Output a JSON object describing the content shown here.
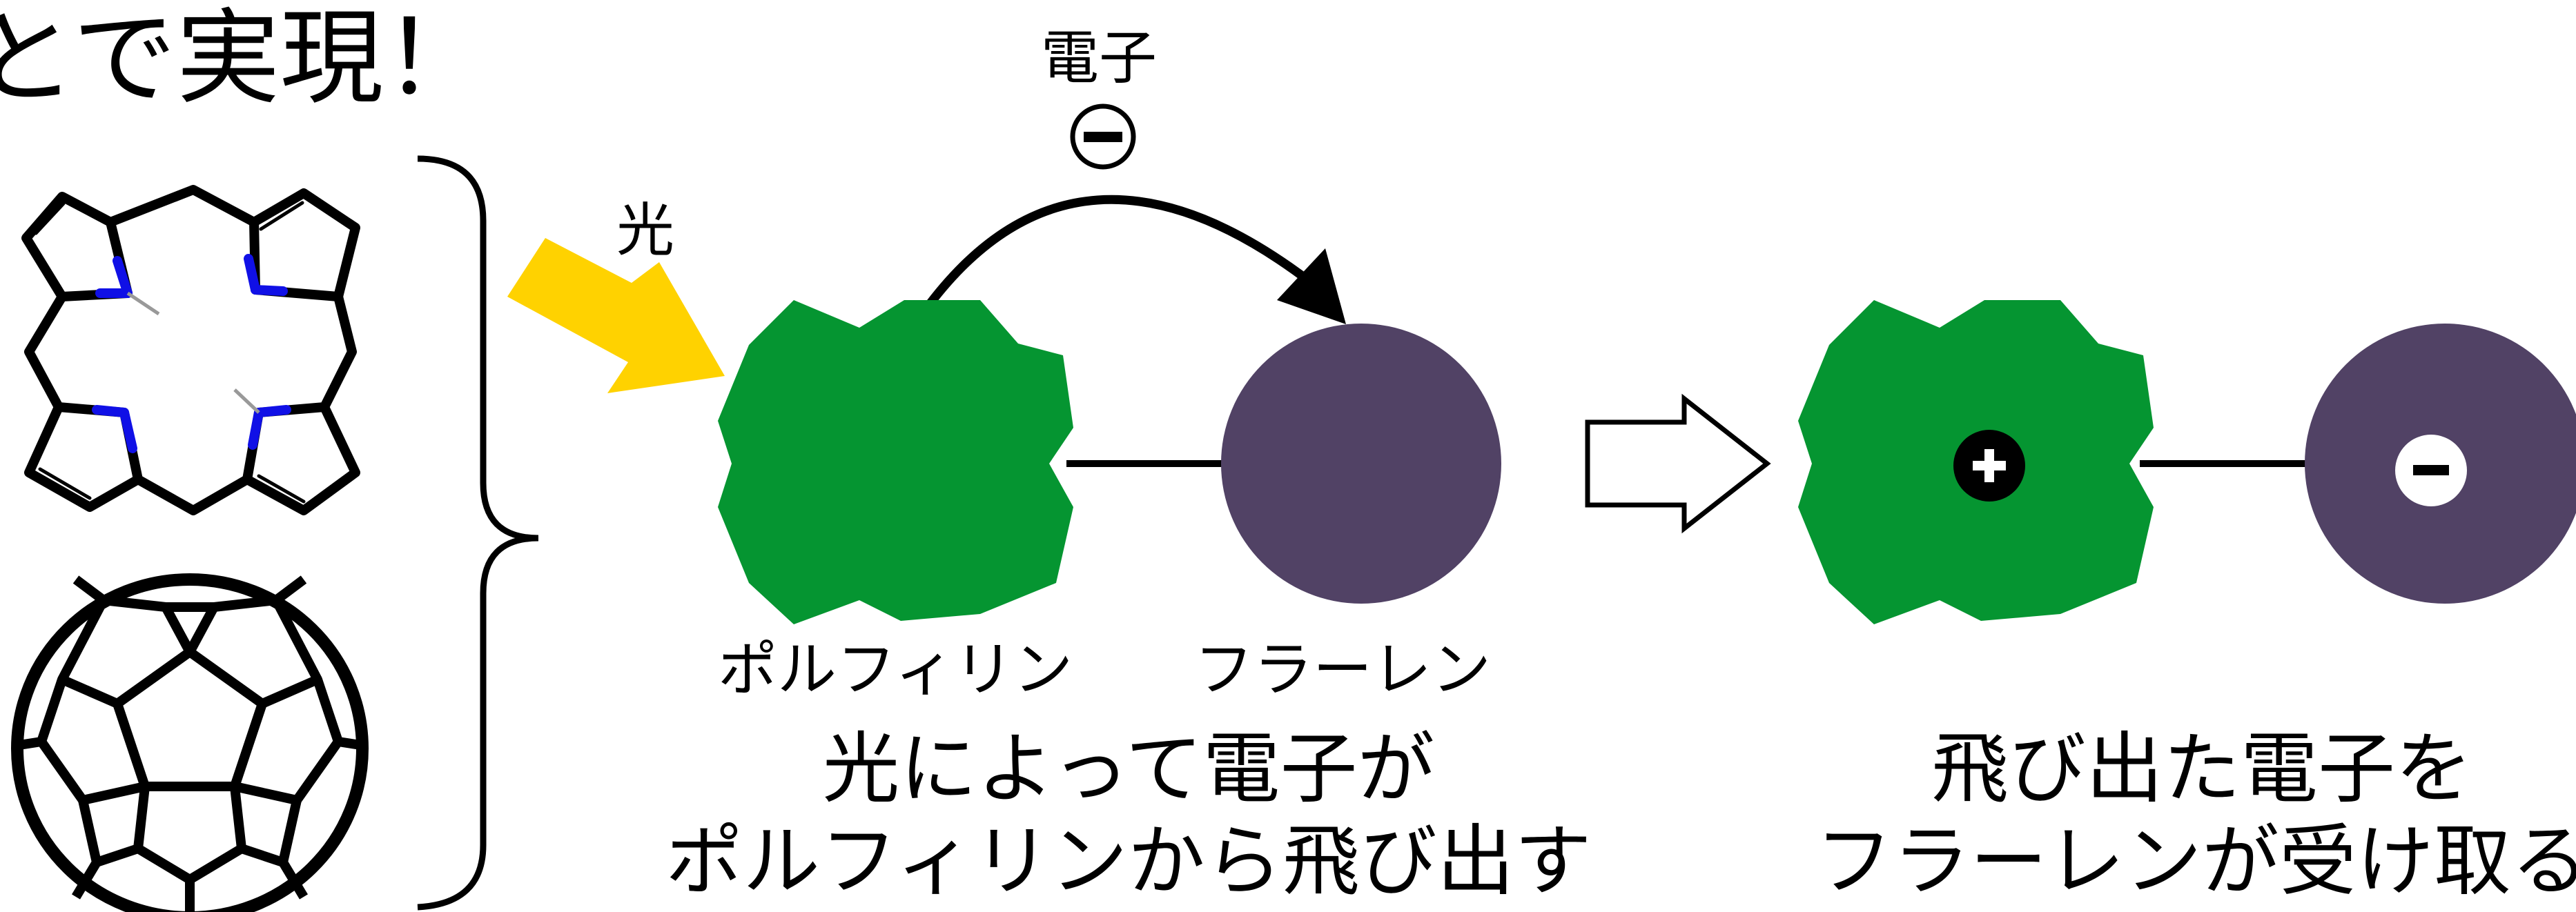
{
  "title": "とで実現！",
  "labels": {
    "electron": "電子",
    "light": "光",
    "porphyrin": "ポルフィリン",
    "fullerene": "フラーレン"
  },
  "captions": {
    "left": [
      "光によって電子が",
      "ポルフィリンから飛び出す"
    ],
    "right": [
      "飛び出た電子を",
      "フラーレンが受け取る"
    ]
  },
  "charges": {
    "electron_symbol": "−",
    "positive": "+",
    "negative": "−"
  },
  "colors": {
    "porphyrin_green": "#059531",
    "fullerene_purple": "#514265",
    "light_yellow": "#FFD200",
    "nitrogen_blue": "#1010E6",
    "outline": "#000000"
  }
}
